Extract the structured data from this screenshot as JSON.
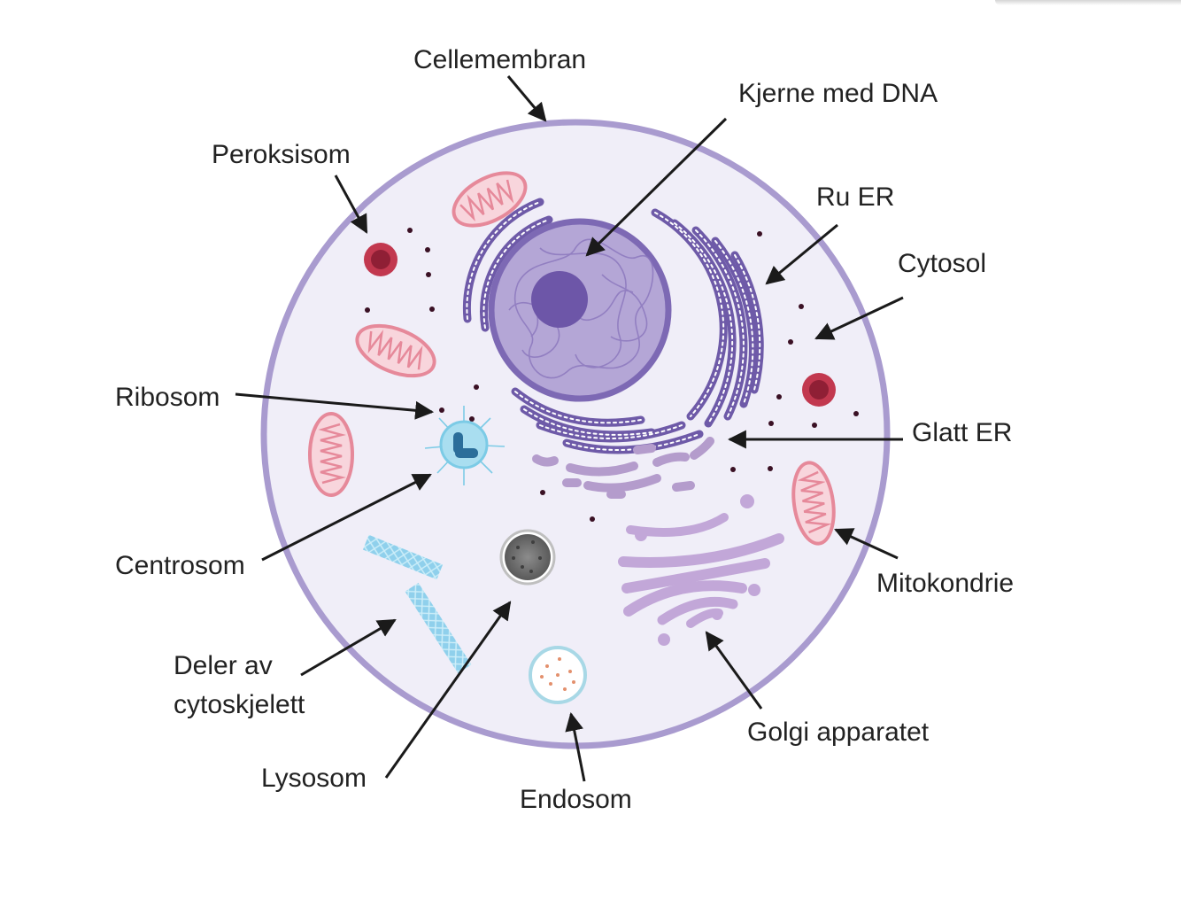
{
  "labels": {
    "cellemembran": "Cellemembran",
    "kjerne": "Kjerne med DNA",
    "peroksisom": "Peroksisom",
    "ru_er": "Ru ER",
    "cytosol": "Cytosol",
    "ribosom": "Ribosom",
    "glatt_er": "Glatt ER",
    "centrosom": "Centrosom",
    "mitokondrie": "Mitokondrie",
    "cytoskjelett_1": "Deler av",
    "cytoskjelett_2": "cytoskjelett",
    "golgi": "Golgi apparatet",
    "lysosom": "Lysosom",
    "endosom": "Endosom"
  },
  "colors": {
    "membrane": "#a99bcf",
    "cytoplasm": "#f0eef8",
    "nucleus": "#b4a6d6",
    "nucleolus": "#6d56a8",
    "rough_er": "#6e5aa8",
    "smooth_er": "#b49ccc",
    "golgi": "#c2a7d8",
    "mitochondria": "#e6899a",
    "peroxisome": "#c2384f",
    "ribosome": "#3a1024",
    "centrosome": "#7ccbe6",
    "cytoskeleton": "#8fd0ec",
    "lysosome": "#6e6e6e",
    "endosome": "#d9eef3",
    "arrow": "#1a1a1a"
  }
}
